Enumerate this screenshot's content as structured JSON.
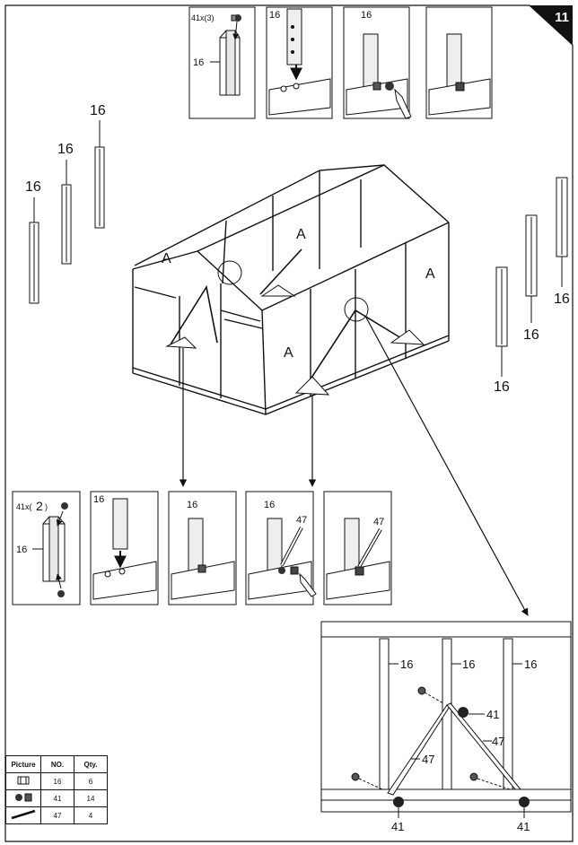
{
  "page_number": "11",
  "labels": {
    "part_16": "16",
    "part_41": "41",
    "part_47": "47",
    "panel_a": "A",
    "bolt_qty_3": "41x(3)",
    "bolt_qty_2_prefix": "41x(",
    "bolt_qty_2_num": "2",
    "bolt_qty_2_suffix": ")"
  },
  "parts_table": {
    "headers": [
      "Picture",
      "NO.",
      "Qty."
    ],
    "rows": [
      {
        "icon": "profile-icon",
        "no": "16",
        "qty": "6"
      },
      {
        "icon": "bolt-nut-icon",
        "no": "41",
        "qty": "14"
      },
      {
        "icon": "strut-icon",
        "no": "47",
        "qty": "4"
      }
    ]
  }
}
